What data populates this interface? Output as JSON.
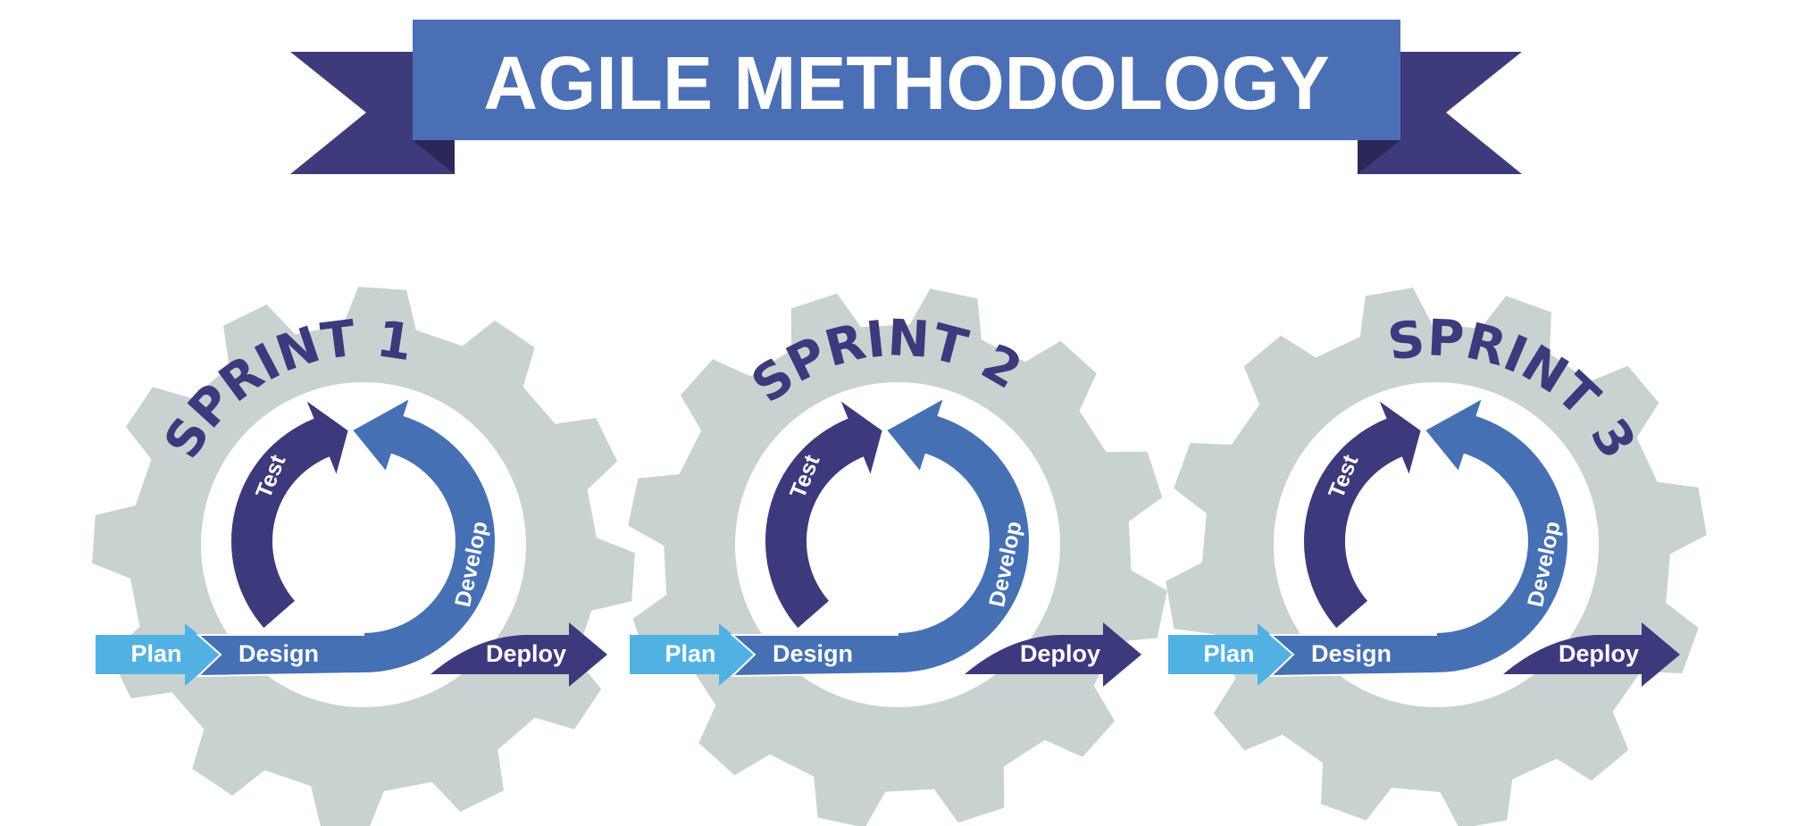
{
  "banner": {
    "title": "AGILE METHODOLOGY"
  },
  "colors": {
    "banner": "#4a6fb4",
    "ribbon_tail": "#3d3b7c",
    "ribbon_fold": "#2a2858",
    "gear": "#c8d3d1",
    "dark": "#3c3a7c",
    "blue": "#4670b4",
    "light": "#52b1e3"
  },
  "sprints": [
    {
      "title": "SPRINT 1",
      "plan": "Plan",
      "design": "Design",
      "develop": "Develop",
      "test": "Test",
      "deploy": "Deploy"
    },
    {
      "title": "SPRINT 2",
      "plan": "Plan",
      "design": "Design",
      "develop": "Develop",
      "test": "Test",
      "deploy": "Deploy"
    },
    {
      "title": "SPRINT 3",
      "plan": "Plan",
      "design": "Design",
      "develop": "Develop",
      "test": "Test",
      "deploy": "Deploy"
    }
  ]
}
